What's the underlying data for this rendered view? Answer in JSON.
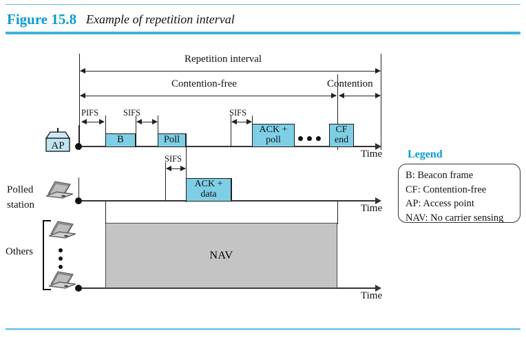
{
  "figure": {
    "number": "Figure 15.8",
    "caption": "Example of repetition interval"
  },
  "intervals": {
    "repetition": "Repetition interval",
    "contention_free": "Contention-free",
    "contention": "Contention"
  },
  "spacing_labels": {
    "pifs": "PIFS",
    "sifs_1": "SIFS",
    "sifs_2": "SIFS",
    "sifs_3": "SIFS"
  },
  "rows": {
    "ap": {
      "label": "AP",
      "icon": "access-point-icon",
      "time_label": "Time",
      "frames": [
        {
          "text": "B"
        },
        {
          "text": "Poll"
        },
        {
          "line1": "ACK +",
          "line2": "poll"
        },
        {
          "line1": "CF",
          "line2": "end"
        }
      ],
      "ellipsis": "•••"
    },
    "polled_station": {
      "label_line1": "Polled",
      "label_line2": "station",
      "icon": "laptop-icon",
      "time_label": "Time",
      "frames": [
        {
          "line1": "ACK +",
          "line2": "data"
        }
      ]
    },
    "others": {
      "label": "Others",
      "icon": "laptop-icon",
      "time_label": "Time",
      "nav_label": "NAV"
    }
  },
  "legend": {
    "title": "Legend",
    "items": [
      "B: Beacon frame",
      "CF: Contention-free",
      "AP: Access point",
      "NAV: No carrier sensing"
    ]
  },
  "colors": {
    "accent": "#0a9ad4",
    "frame_fill": "#7ecfe6",
    "nav_fill": "#c4c4c4",
    "line": "#222222"
  }
}
